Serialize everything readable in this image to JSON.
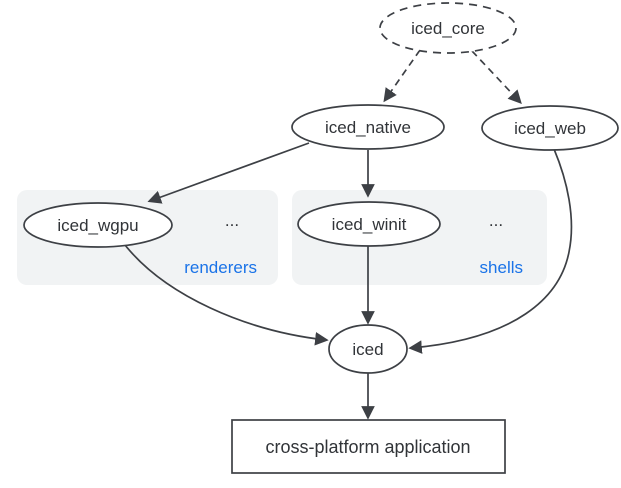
{
  "diagram": {
    "nodes": {
      "core": {
        "label": "iced_core",
        "shape": "ellipse",
        "style": "dashed"
      },
      "native": {
        "label": "iced_native",
        "shape": "ellipse",
        "style": "solid"
      },
      "web": {
        "label": "iced_web",
        "shape": "ellipse",
        "style": "solid"
      },
      "wgpu": {
        "label": "iced_wgpu",
        "shape": "ellipse",
        "style": "solid"
      },
      "winit": {
        "label": "iced_winit",
        "shape": "ellipse",
        "style": "solid"
      },
      "iced": {
        "label": "iced",
        "shape": "ellipse",
        "style": "solid"
      },
      "app": {
        "label": "cross-platform application",
        "shape": "rectangle",
        "style": "solid"
      }
    },
    "groups": {
      "renderers": {
        "label": "renderers",
        "ellipsis": "..."
      },
      "shells": {
        "label": "shells",
        "ellipsis": "..."
      }
    },
    "edges": [
      {
        "from": "iced_core",
        "to": "iced_native",
        "style": "dashed"
      },
      {
        "from": "iced_core",
        "to": "iced_web",
        "style": "dashed"
      },
      {
        "from": "iced_native",
        "to": "iced_wgpu",
        "style": "solid"
      },
      {
        "from": "iced_native",
        "to": "iced_winit",
        "style": "solid"
      },
      {
        "from": "iced_winit",
        "to": "iced",
        "style": "solid"
      },
      {
        "from": "iced_wgpu",
        "to": "iced",
        "style": "solid"
      },
      {
        "from": "iced_web",
        "to": "iced",
        "style": "solid"
      },
      {
        "from": "iced",
        "to": "cross-platform application",
        "style": "solid"
      }
    ],
    "colors": {
      "accent_blue": "#1a73e8",
      "line": "#3d4045",
      "group_fill": "#f1f3f4",
      "node_fill": "#ffffff",
      "background": "#ffffff"
    }
  }
}
